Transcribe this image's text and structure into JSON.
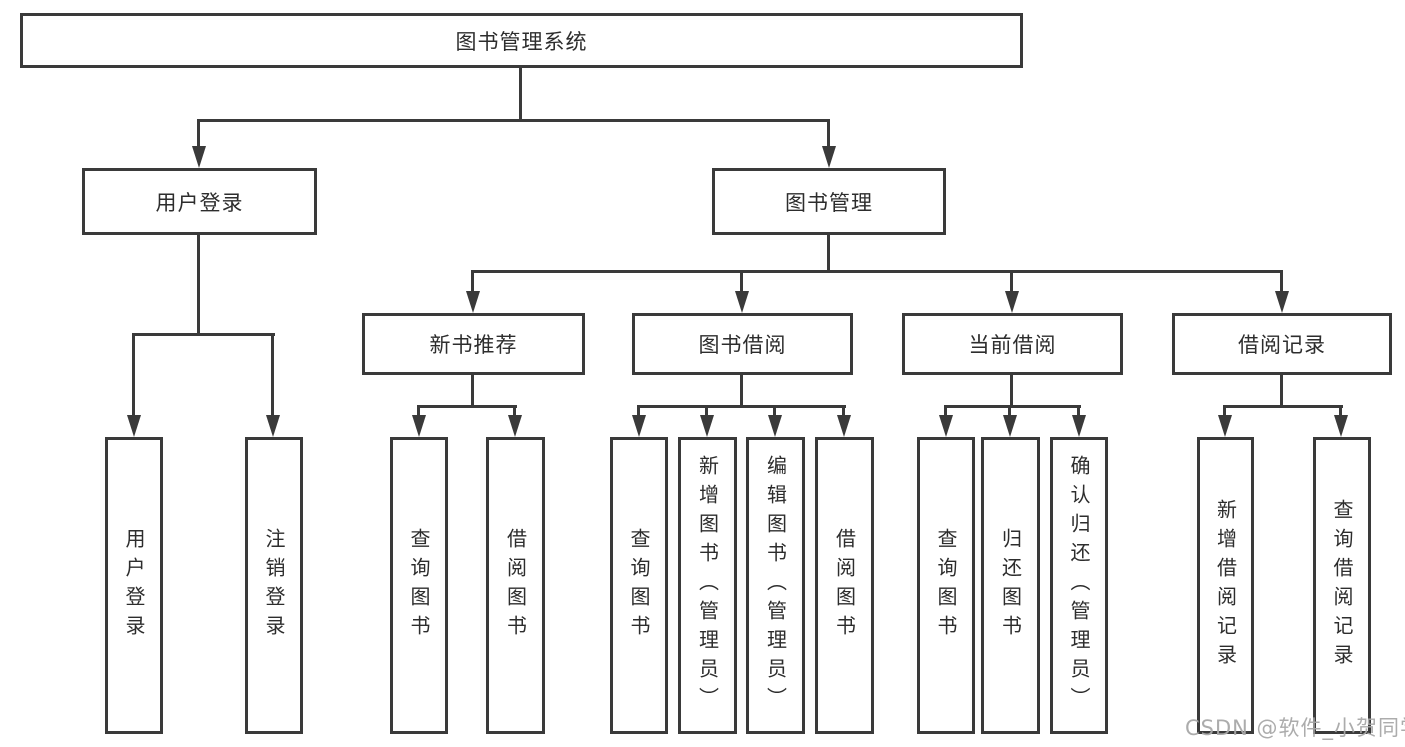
{
  "diagram": {
    "title": "图书管理系统",
    "watermark": "CSDN @软件_小贺同学",
    "colors": {
      "line": "#3a3a3a",
      "text": "#2d2d2d",
      "watermark": "#a8a8a8",
      "background": "#ffffff"
    },
    "level2": {
      "user_login_group": "用户登录",
      "book_mgmt_group": "图书管理"
    },
    "level3": {
      "new_book_rec": "新书推荐",
      "book_borrow": "图书借阅",
      "current_borrow": "当前借阅",
      "borrow_records": "借阅记录"
    },
    "leaves": {
      "user_login": "用户登录",
      "logout": "注销登录",
      "nb_query": "查询图书",
      "nb_borrow": "借阅图书",
      "bb_query": "查询图书",
      "bb_add": "新增图书（管理员）",
      "bb_edit": "编辑图书（管理员）",
      "bb_borrow": "借阅图书",
      "cb_query": "查询图书",
      "cb_return": "归还图书",
      "cb_confirm": "确认归还（管理员）",
      "br_add": "新增借阅记录",
      "br_query": "查询借阅记录"
    }
  }
}
